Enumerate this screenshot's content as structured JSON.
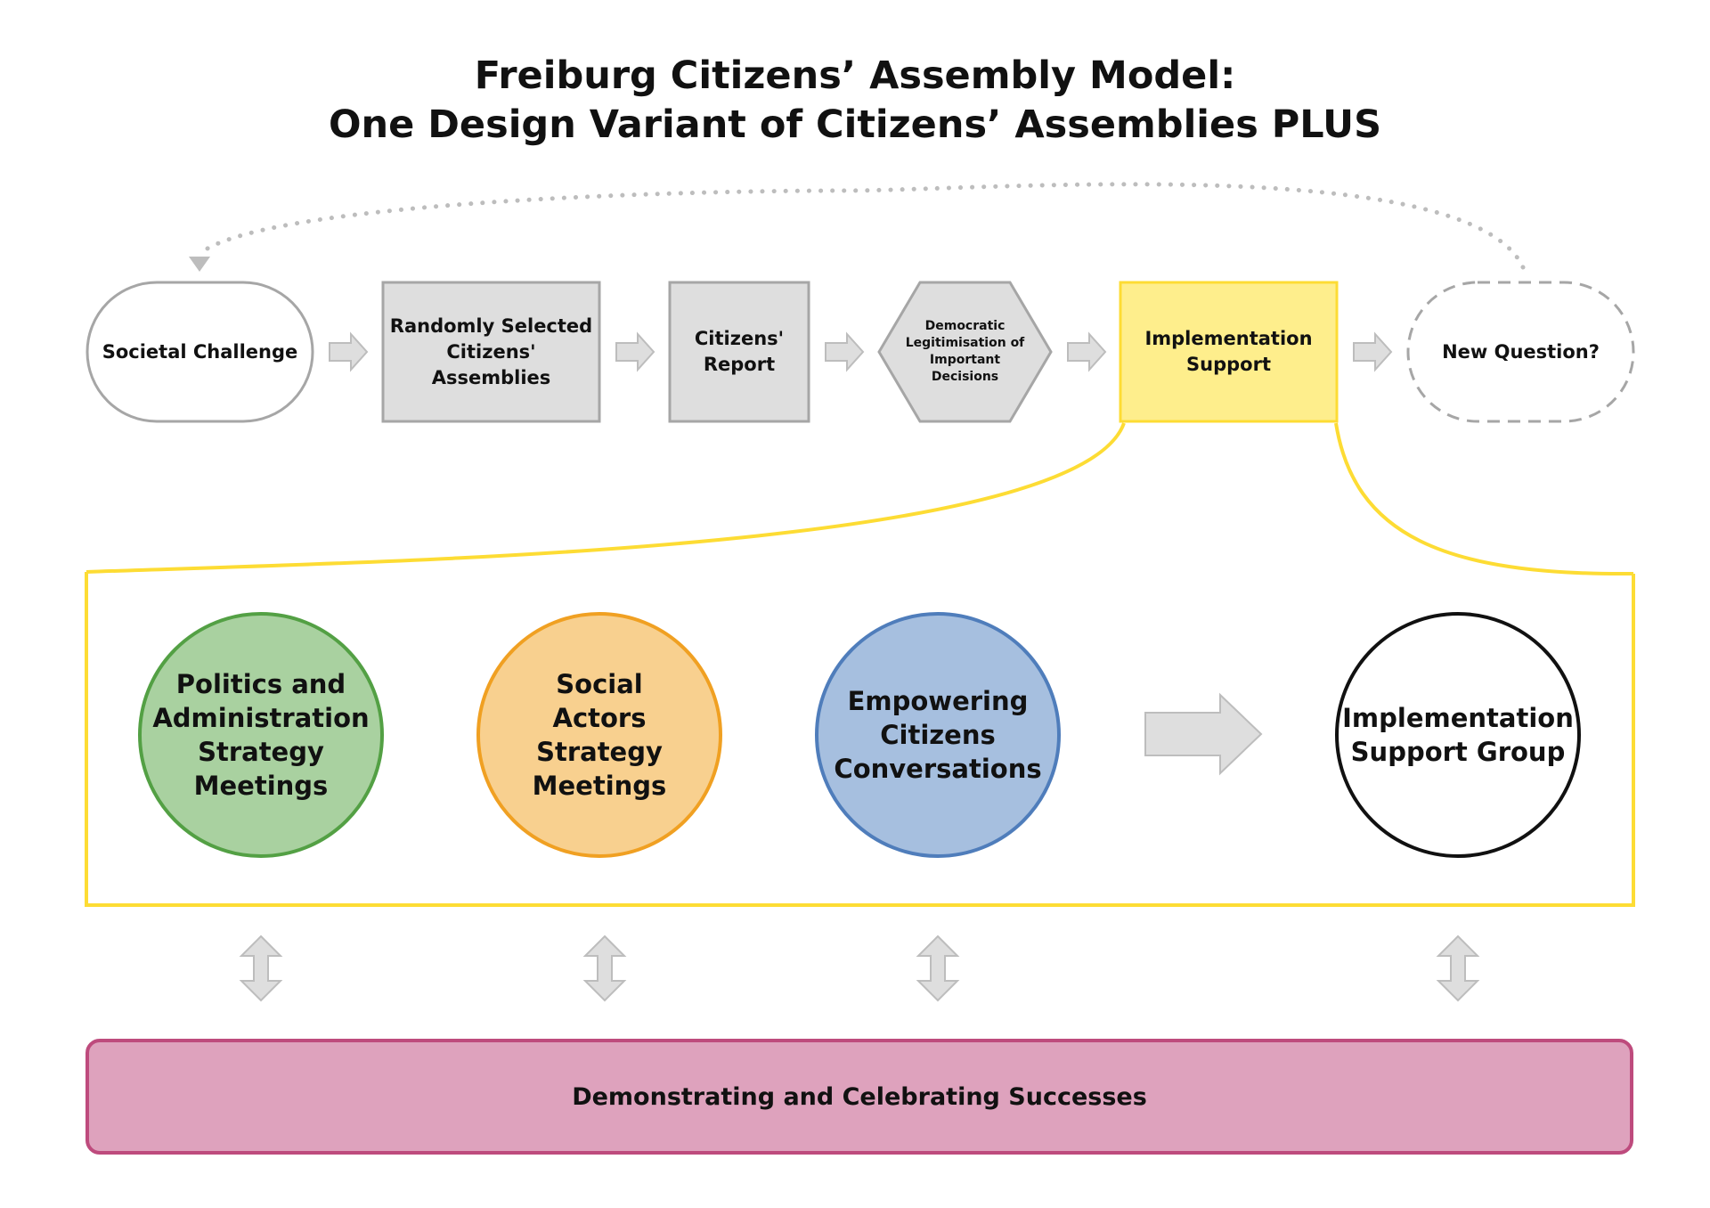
{
  "title": {
    "line1": "Freiburg Citizens’ Assembly Model:",
    "line2": "One Design Variant of Citizens’ Assemblies PLUS"
  },
  "process_steps": [
    {
      "label": "Societal Challenge",
      "shape": "stadium"
    },
    {
      "label": "Randomly Selected Citizens' Assemblies",
      "shape": "rectangle"
    },
    {
      "label": "Citizens' Report",
      "shape": "rectangle"
    },
    {
      "label": "Democratic Legitimisation of Important Decisions",
      "shape": "hexagon"
    },
    {
      "label": "Implementation Support",
      "shape": "rectangle",
      "highlight": "#FEEE8C"
    },
    {
      "label": "New Question?",
      "shape": "stadium-dashed"
    }
  ],
  "implementation_components": [
    {
      "label": "Politics and Administration Strategy Meetings",
      "fill": "#A9D1A0",
      "stroke": "#53A044"
    },
    {
      "label": "Social Actors Strategy Meetings",
      "fill": "#F8D08F",
      "stroke": "#F0A022"
    },
    {
      "label": "Empowering Citizens Conversations",
      "fill": "#A6BFDF",
      "stroke": "#4F7DBB"
    },
    {
      "label": "Implementation Support Group",
      "fill": "#FFFFFF",
      "stroke": "#111111"
    }
  ],
  "banner": {
    "label": "Demonstrating and Celebrating Successes",
    "fill": "#DEA2BD",
    "stroke": "#BE4B7D"
  },
  "colors": {
    "step_fill": "#DEDEDE",
    "step_stroke": "#A6A6A6",
    "arrow_fill": "#DEDEDE",
    "arrow_stroke": "#BDBDBD",
    "expansion_stroke": "#FDDC34",
    "loop_dots": "#BDBDBD"
  }
}
